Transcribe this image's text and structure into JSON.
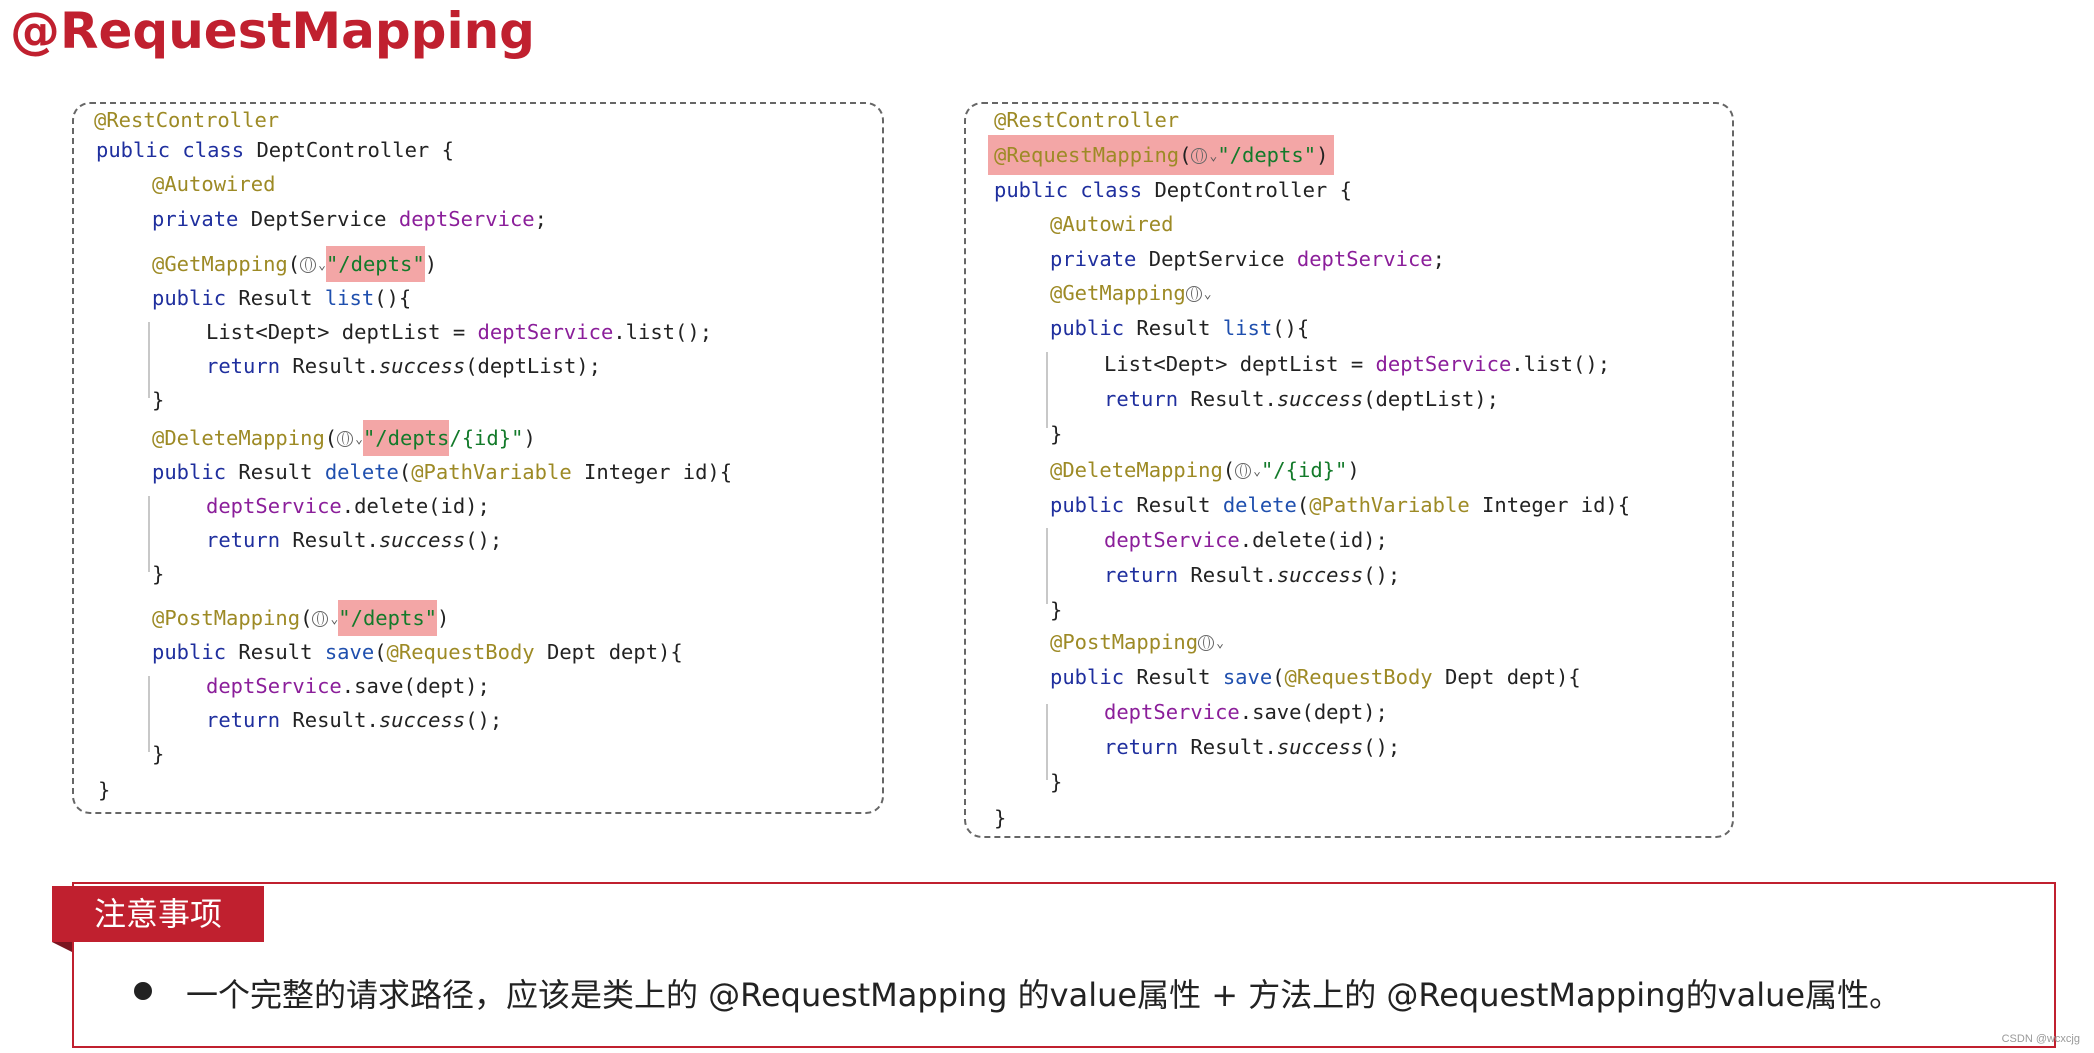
{
  "title": "@RequestMapping",
  "left_code": {
    "rest_controller": "@RestController",
    "kw_public": "public",
    "kw_class": "class",
    "class_name": "DeptController {",
    "autowired": "@Autowired",
    "kw_private": "private",
    "field_type": "DeptService",
    "field_name": "deptService",
    "semicolon": ";",
    "get_mapping": "@GetMapping",
    "path_depts": "\"/depts\"",
    "kw_result": "Result",
    "m_list": "list",
    "list_line_a": "List<Dept> deptList = ",
    "list_call": ".list();",
    "kw_return": "return",
    "result_dot": "Result.",
    "m_success": "success",
    "success_deptlist": "(deptList);",
    "success_empty": "();",
    "close_brace": "}",
    "delete_mapping": "@DeleteMapping",
    "path_depts_q": "\"/depts",
    "path_id_rest": "/{id}\"",
    "m_delete": "delete",
    "path_variable": "@PathVariable",
    "integer_id": " Integer id){",
    "delete_call": ".delete(id);",
    "post_mapping": "@PostMapping",
    "m_save": "save",
    "request_body": "@RequestBody",
    "dept_param": " Dept dept){",
    "save_call": ".save(dept);"
  },
  "right_code": {
    "request_mapping": "@RequestMapping",
    "path_depts": "\"/depts\"",
    "path_id": "\"/{id}\""
  },
  "note": {
    "tab_label": "注意事项",
    "text": "一个完整的请求路径，应该是类上的 @RequestMapping 的value属性 + 方法上的 @RequestMapping的value属性。"
  },
  "watermark": "CSDN @wcxcjg",
  "colors": {
    "accent": "#c0202f",
    "highlight": "#f3a6a6"
  }
}
